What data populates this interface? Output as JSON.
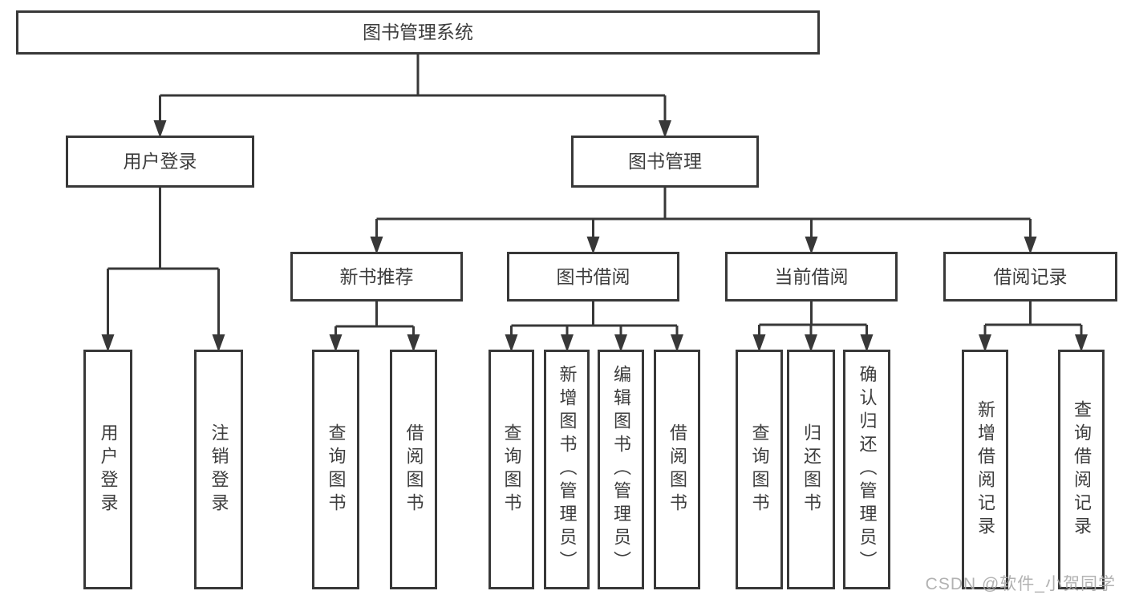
{
  "diagram": {
    "root": {
      "label": "图书管理系统",
      "children": [
        {
          "label": "用户登录",
          "children": [
            {
              "label": "用户登录"
            },
            {
              "label": "注销登录"
            }
          ]
        },
        {
          "label": "图书管理",
          "children": [
            {
              "label": "新书推荐",
              "children": [
                {
                  "label": "查询图书"
                },
                {
                  "label": "借阅图书"
                }
              ]
            },
            {
              "label": "图书借阅",
              "children": [
                {
                  "label": "查询图书"
                },
                {
                  "label": "新增图书（管理员）"
                },
                {
                  "label": "编辑图书（管理员）"
                },
                {
                  "label": "借阅图书"
                }
              ]
            },
            {
              "label": "当前借阅",
              "children": [
                {
                  "label": "查询图书"
                },
                {
                  "label": "归还图书"
                },
                {
                  "label": "确认归还（管理员）"
                }
              ]
            },
            {
              "label": "借阅记录",
              "children": [
                {
                  "label": "新增借阅记录"
                },
                {
                  "label": "查询借阅记录"
                }
              ]
            }
          ]
        }
      ]
    },
    "watermark": "CSDN @软件_小贺同学",
    "colors": {
      "line": "#383838",
      "box_border": "#383838",
      "text": "#3d3d3d",
      "background": "#ffffff",
      "watermark": "#ababab"
    }
  }
}
